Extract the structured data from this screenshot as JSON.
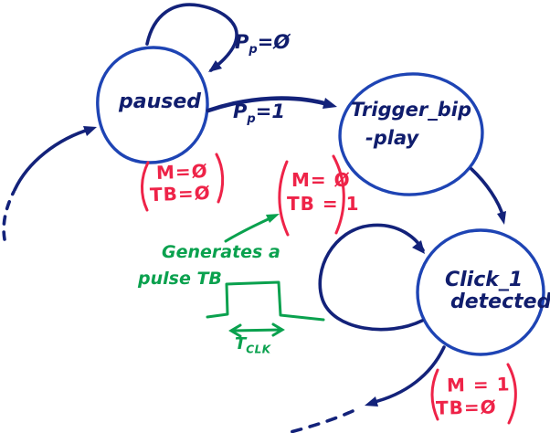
{
  "colors": {
    "ink_blue": "#1e44b4",
    "ink_blue_dark": "#13227a",
    "ink_text": "#101d6d",
    "ink_red": "#ee2348",
    "ink_green": "#0aa14e",
    "background": "#ffffff"
  },
  "states": {
    "paused": {
      "label": "paused"
    },
    "trigger": {
      "line1": "Trigger_bip",
      "line2": "-play"
    },
    "click1": {
      "line1": "Click_1",
      "line2": "detected"
    }
  },
  "transitions": {
    "paused_self": {
      "base": "P",
      "sub": "p",
      "cond": "=Ø"
    },
    "paused_to_trigger": {
      "base": "P",
      "sub": "p",
      "cond": "=1"
    }
  },
  "outputs": {
    "paused": {
      "line1": "M=Ø",
      "line2": "TB=Ø"
    },
    "trigger": {
      "line1": "M= Ø",
      "line2": "TB = 1"
    },
    "click1": {
      "line1": "M = 1",
      "line2": "TB=Ø"
    }
  },
  "note": {
    "line1": "Generates a",
    "line2": "pulse TB",
    "timing_base": "T",
    "timing_sub": "CLK"
  }
}
